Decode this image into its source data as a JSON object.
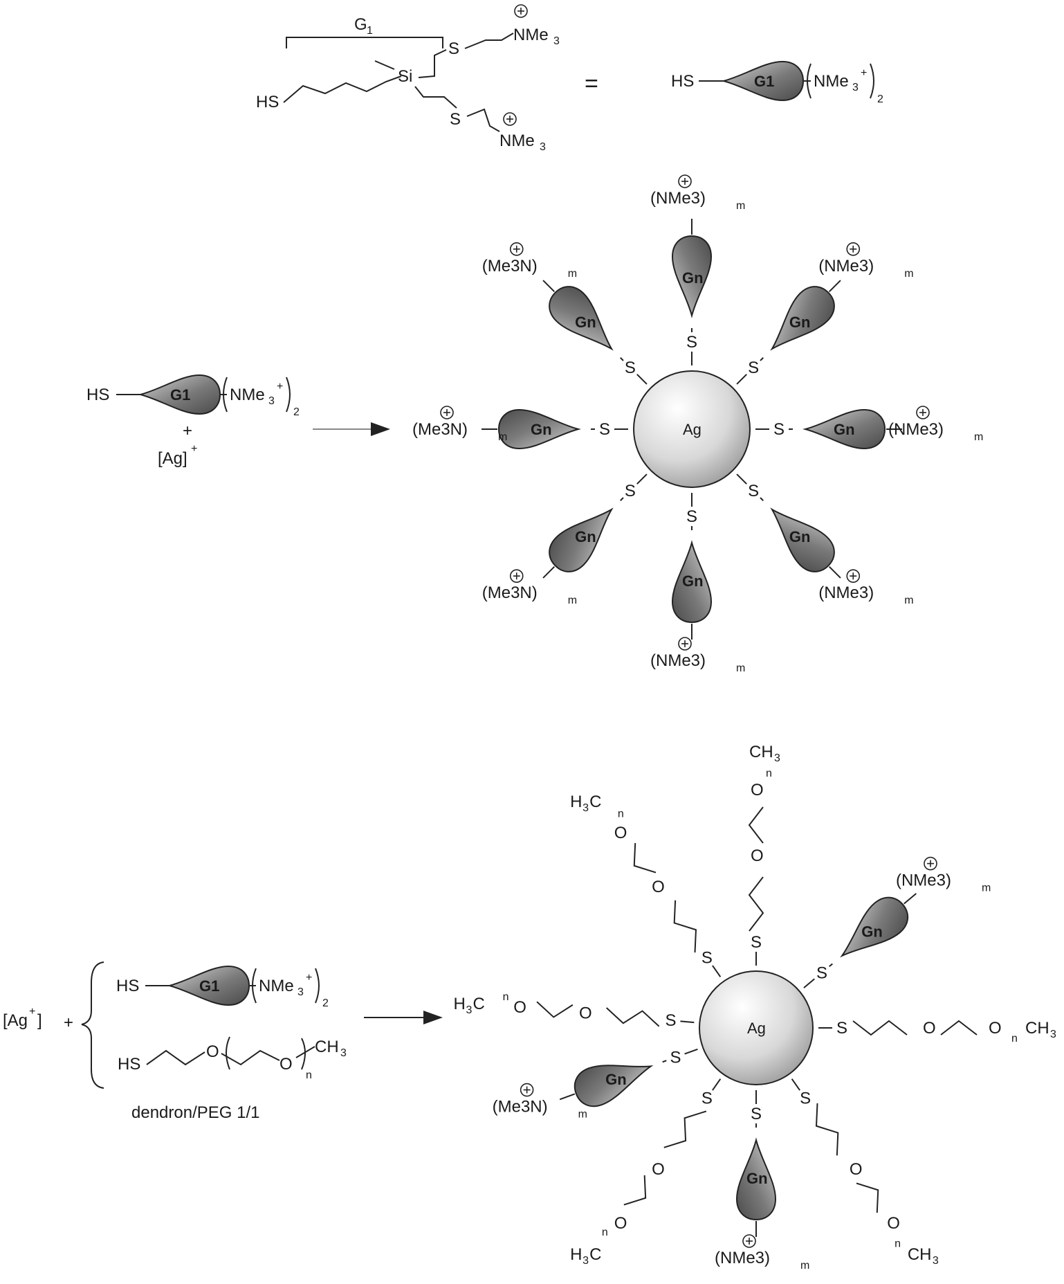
{
  "labels": {
    "g_bracket": "G",
    "g_sub": "1",
    "si": "Si",
    "s": "S",
    "hs": "HS",
    "nme": "NMe",
    "nme_sub": "3",
    "equals": "=",
    "plus": "+",
    "g1": "G1",
    "gn": "Gn",
    "ag": "Ag",
    "ag_ion": "[Ag]",
    "ag_ion_sup": "+",
    "ag_ion2": "[Ag",
    "ag_ion2_sup": "+",
    "ag_ion2_close": "]",
    "nme3_plus": "NMe",
    "plus_sup": "+",
    "paren_sub": "2",
    "m": "m",
    "n": "n",
    "me3n": "(Me",
    "me3n_b": "N)",
    "nme3_paren": "(NMe",
    "nme3_paren_b": ")",
    "o": "O",
    "ch3": "CH",
    "h3c": "H",
    "h3c_b": "C",
    "ratio": "dendron/PEG 1/1"
  },
  "colors": {
    "ink": "#1a1a1a",
    "blob_dark": "#5a5a5a",
    "blob_light": "#c9c9c9",
    "sphere_light": "#ffffff",
    "sphere_dark": "#9a9a9a",
    "arrow": "#888888"
  }
}
